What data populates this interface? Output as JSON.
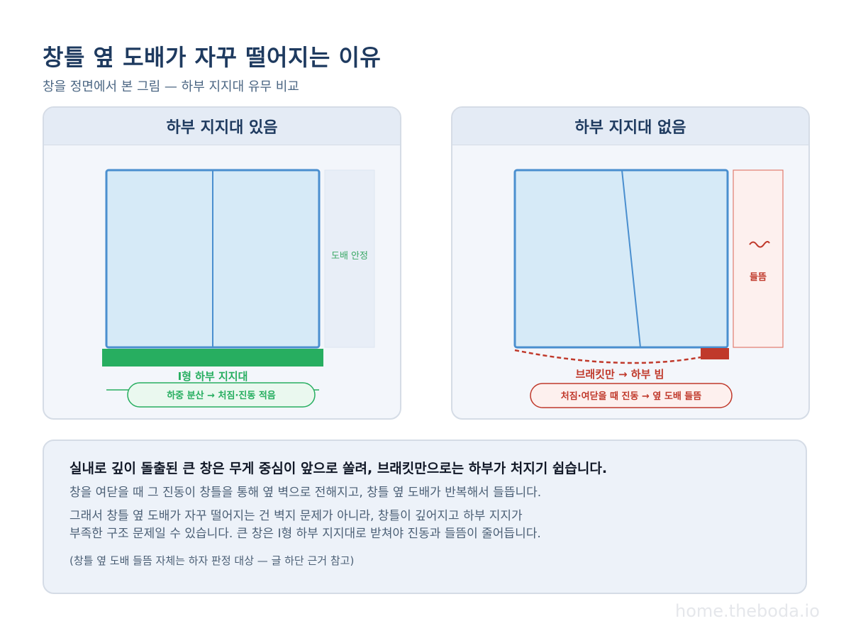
{
  "title": "창틀 옆 도배가 자꾸 떨어지는 이유",
  "subtitle": "창을 정면에서 본 그림 — 하부 지지대 유무 비교",
  "left_panel": {
    "heading": "하부 지지대 있음",
    "wall_label": "도배 안정",
    "support_label": "I형 하부 지지대",
    "pill_text": "하중 분산 → 처짐·진동 적음"
  },
  "right_panel": {
    "heading": "하부 지지대 없음",
    "wall_label": "들뜸",
    "gap_label": "브래킷만 → 하부 빔",
    "pill_text": "처짐·여닫을 때 진동 → 옆 도배 들뜸"
  },
  "explanation": {
    "lead": "실내로 깊이 돌출된 큰 창은 무게 중심이 앞으로 쏠려, 브래킷만으로는 하부가 처지기 쉽습니다.",
    "line1": "창을 여닫을 때 그 진동이 창틀을 통해 옆 벽으로 전해지고, 창틀 옆 도배가 반복해서 들뜹니다.",
    "line2": "그래서 창틀 옆 도배가 자꾸 떨어지는 건 벽지 문제가 아니라, 창틀이 깊어지고 하부 지지가",
    "line3": "부족한 구조 문제일 수 있습니다. 큰 창은 I형 하부 지지대로 받쳐야 진동과 들뜸이 줄어듭니다.",
    "footnote": "(창틀 옆 도배 들뜸 자체는 하자 판정 대상 — 글 하단 근거 참고)"
  },
  "watermark": "home.theboda.io",
  "colors": {
    "title": "#1e3a5f",
    "frame": "#4a8fcf",
    "glass": "#d6eaf7",
    "support_green": "#27ae60",
    "defect_red": "#c0392b"
  }
}
